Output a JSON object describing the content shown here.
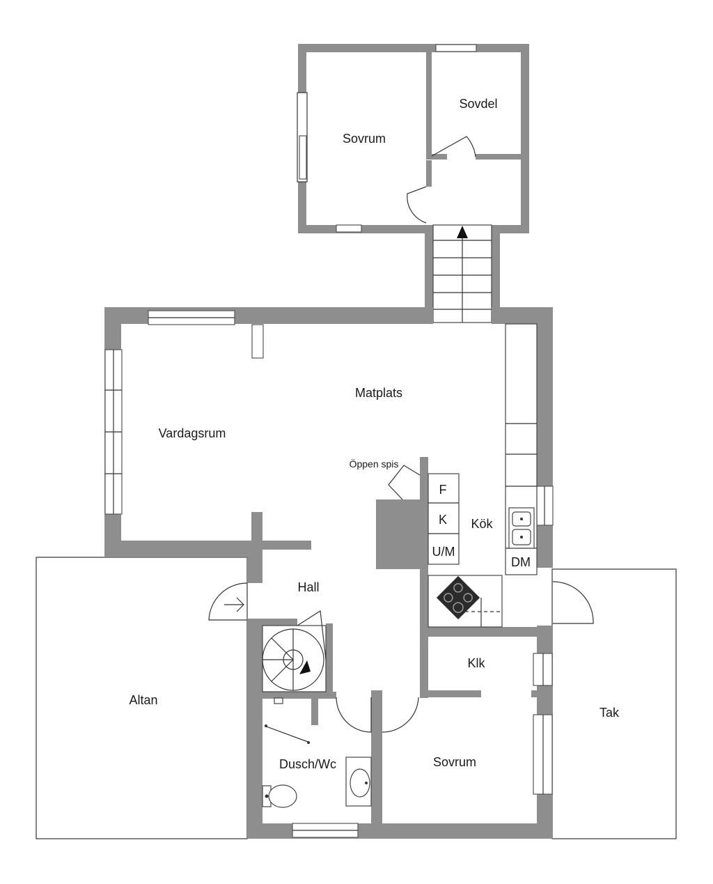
{
  "rooms": {
    "sovrum_upper": "Sovrum",
    "sovdel": "Sovdel",
    "matplats": "Matplats",
    "vardagsrum": "Vardagsrum",
    "oppen_spis": "Öppen spis",
    "kok": "Kök",
    "hall": "Hall",
    "klk": "Klk",
    "altan": "Altan",
    "tak": "Tak",
    "dusch_wc": "Dusch/Wc",
    "sovrum_lower": "Sovrum"
  },
  "appliances": {
    "fridge": "F",
    "kitchen_unit": "K",
    "micro_oven": "U/M",
    "dishwasher": "DM"
  },
  "icons": {
    "entrance": "arrow-right-icon",
    "stairs_up": "arrow-up-icon",
    "spiral_stairs": "spiral-staircase-icon",
    "stove": "cooktop-icon",
    "sink": "double-sink-icon",
    "wc": "toilet-icon",
    "washbasin": "washbasin-icon"
  },
  "colors": {
    "wall": "#8e8e8e",
    "line": "#333333",
    "background": "#ffffff"
  }
}
